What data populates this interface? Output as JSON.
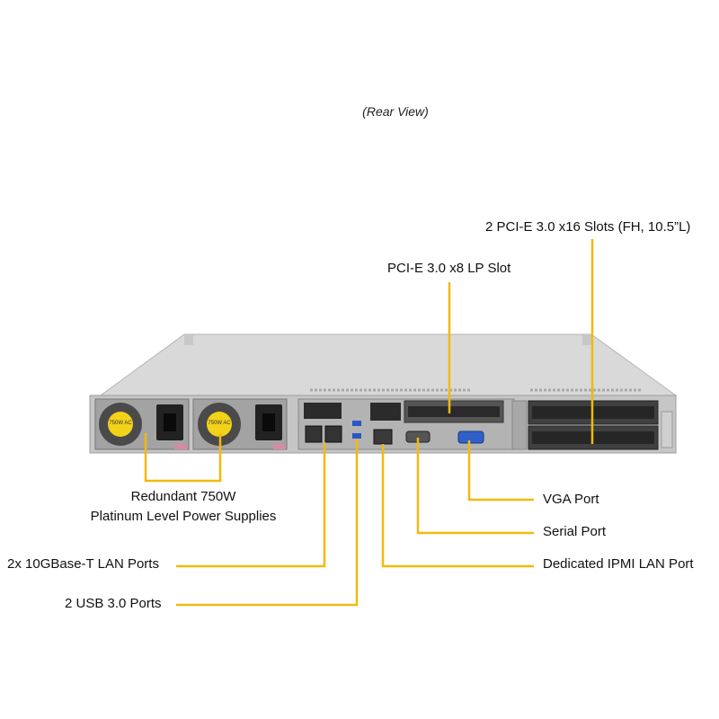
{
  "view_label": "(Rear View)",
  "psu_label": "750W AC",
  "callouts": {
    "pcie_x16": "2 PCI-E 3.0 x16 Slots (FH, 10.5”L)",
    "pcie_x8": "PCI-E 3.0 x8 LP Slot",
    "psu_line1": "Redundant 750W",
    "psu_line2": "Platinum Level Power Supplies",
    "vga": "VGA Port",
    "serial": "Serial Port",
    "lan_10g": "2x 10GBase-T LAN Ports",
    "ipmi": "Dedicated IPMI LAN Port",
    "usb": "2 USB 3.0 Ports"
  },
  "colors": {
    "leader": "#f2b90f",
    "chassis": "#c9c9c9",
    "panel": "#a7a7a7",
    "fan": "#f3d21a"
  }
}
